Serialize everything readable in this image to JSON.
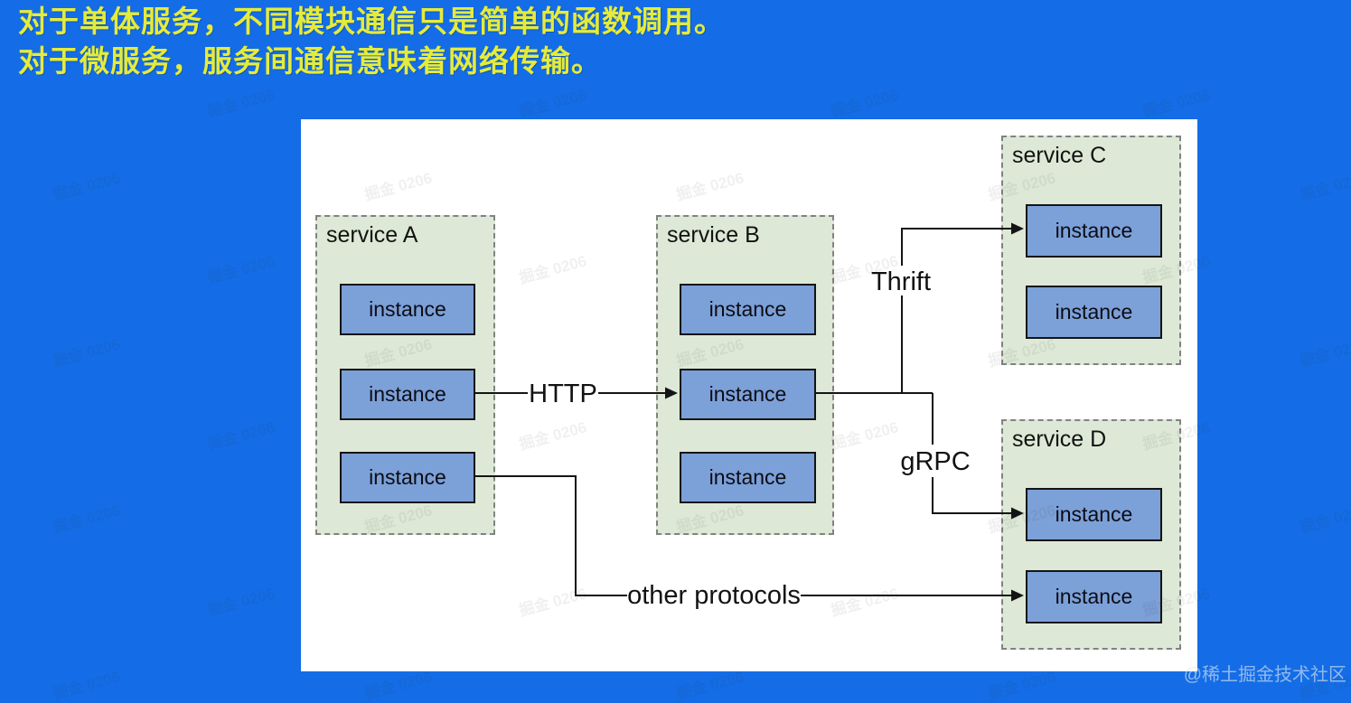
{
  "page": {
    "bg_color": "#146de6",
    "header": {
      "line1": "对于单体服务，不同模块通信只是简单的函数调用。",
      "line2": "对于微服务，服务间通信意味着网络传输。",
      "text_color": "#e5eb3a"
    },
    "watermarks": {
      "tile_text": "掘金 0206",
      "corner_text": "@稀土掘金技术社区"
    }
  },
  "diagram": {
    "colors": {
      "panel_bg": "#ffffff",
      "service_fill": "#dde9d6",
      "service_border": "#828282",
      "instance_fill": "#7ca0d8",
      "instance_border": "#141414",
      "line_color": "#141414"
    },
    "services": [
      {
        "name": "service A",
        "instances": [
          "instance",
          "instance",
          "instance"
        ]
      },
      {
        "name": "service B",
        "instances": [
          "instance",
          "instance",
          "instance"
        ]
      },
      {
        "name": "service C",
        "instances": [
          "instance",
          "instance"
        ]
      },
      {
        "name": "service D",
        "instances": [
          "instance",
          "instance"
        ]
      }
    ],
    "connections": [
      {
        "label": "HTTP",
        "from": "service A instance 2",
        "to": "service B instance 2"
      },
      {
        "label": "Thrift",
        "from": "service B instance 2",
        "to": "service C instance 1"
      },
      {
        "label": "gRPC",
        "from": "service B instance 2",
        "to": "service D instance 1"
      },
      {
        "label": "other protocols",
        "from": "service A instance 3",
        "to": "service D instance 2"
      }
    ]
  }
}
